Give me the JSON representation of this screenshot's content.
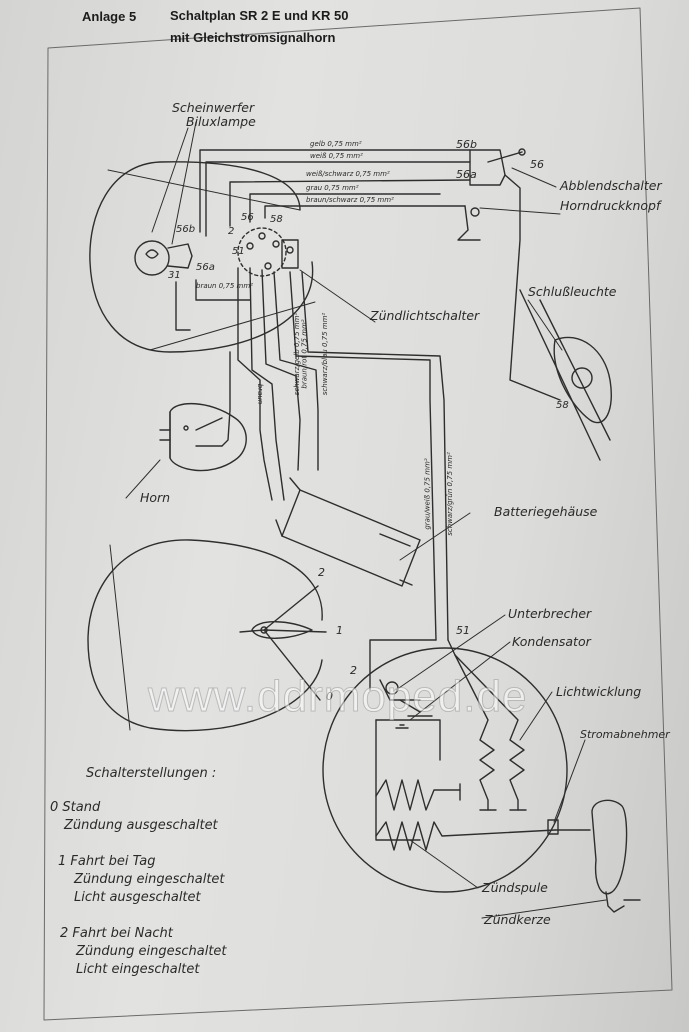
{
  "title": {
    "line1_label": "Anlage 5",
    "line1_text": "Schaltplan SR 2 E und KR 50",
    "line2_text": "mit Gleichstromsignalhorn"
  },
  "components": {
    "scheinwerfer": "Scheinwerfer",
    "biluxlampe": "Biluxlampe",
    "abblendschalter": "Abblendschalter",
    "horndruckknopf": "Horndruckknopf",
    "schlussleuchte": "Schlußleuchte",
    "zuendlichtschalter": "Zündlichtschalter",
    "horn": "Horn",
    "batteriegehaeuse": "Batteriegehäuse",
    "unterbrecher": "Unterbrecher",
    "kondensator": "Kondensator",
    "lichtwicklung": "Lichtwicklung",
    "stromabnehmer": "Stromabnehmer",
    "zuendspule": "Zündspule",
    "zuendkerze": "Zündkerze"
  },
  "terminals": {
    "t56b_left": "56b",
    "t56a_left": "56a",
    "t56_center": "56",
    "t58_center": "58",
    "t2_center": "2",
    "t51_center": "51",
    "t31": "31",
    "t56b_right": "56b",
    "t56a_right": "56a",
    "t56_right": "56",
    "t58_tail": "58",
    "t51_gen": "51",
    "t2_gen": "2",
    "pos_1": "1",
    "pos_2": "2",
    "pos_0": "0"
  },
  "wires": {
    "gelb": "gelb 0,75 mm²",
    "weiss": "weiß 0,75 mm²",
    "weiss_schwarz": "weiß/schwarz 0,75 mm²",
    "grau": "grau 0,75 mm²",
    "braun_schwarz": "braun/schwarz 0,75 mm²",
    "braun": "braun 0,75 mm²",
    "braun_short": "braun",
    "schwarz_gelb": "schwarz/gelb 0,75 mm²",
    "braun_rot": "braun/rot 0,75 mm²",
    "schwarz_blau": "schwarz/blau 0,75 mm²",
    "grau_weiss": "grau/weiß 0,75 mm²",
    "schwarz_gruen": "schwarz/grün 0,75 mm²"
  },
  "legend": {
    "heading": "Schalterstellungen :",
    "pos0": [
      "0  Stand",
      "Zündung ausgeschaltet"
    ],
    "pos1": [
      "1  Fahrt bei Tag",
      "Zündung eingeschaltet",
      "Licht ausgeschaltet"
    ],
    "pos2": [
      "2  Fahrt bei Nacht",
      "Zündung eingeschaltet",
      "Licht eingeschaltet"
    ]
  },
  "watermark": "www.ddrmoped.de",
  "colors": {
    "paper": "#dcdcda",
    "ink": "#2a2a2a",
    "background": "#8e8e8c"
  }
}
